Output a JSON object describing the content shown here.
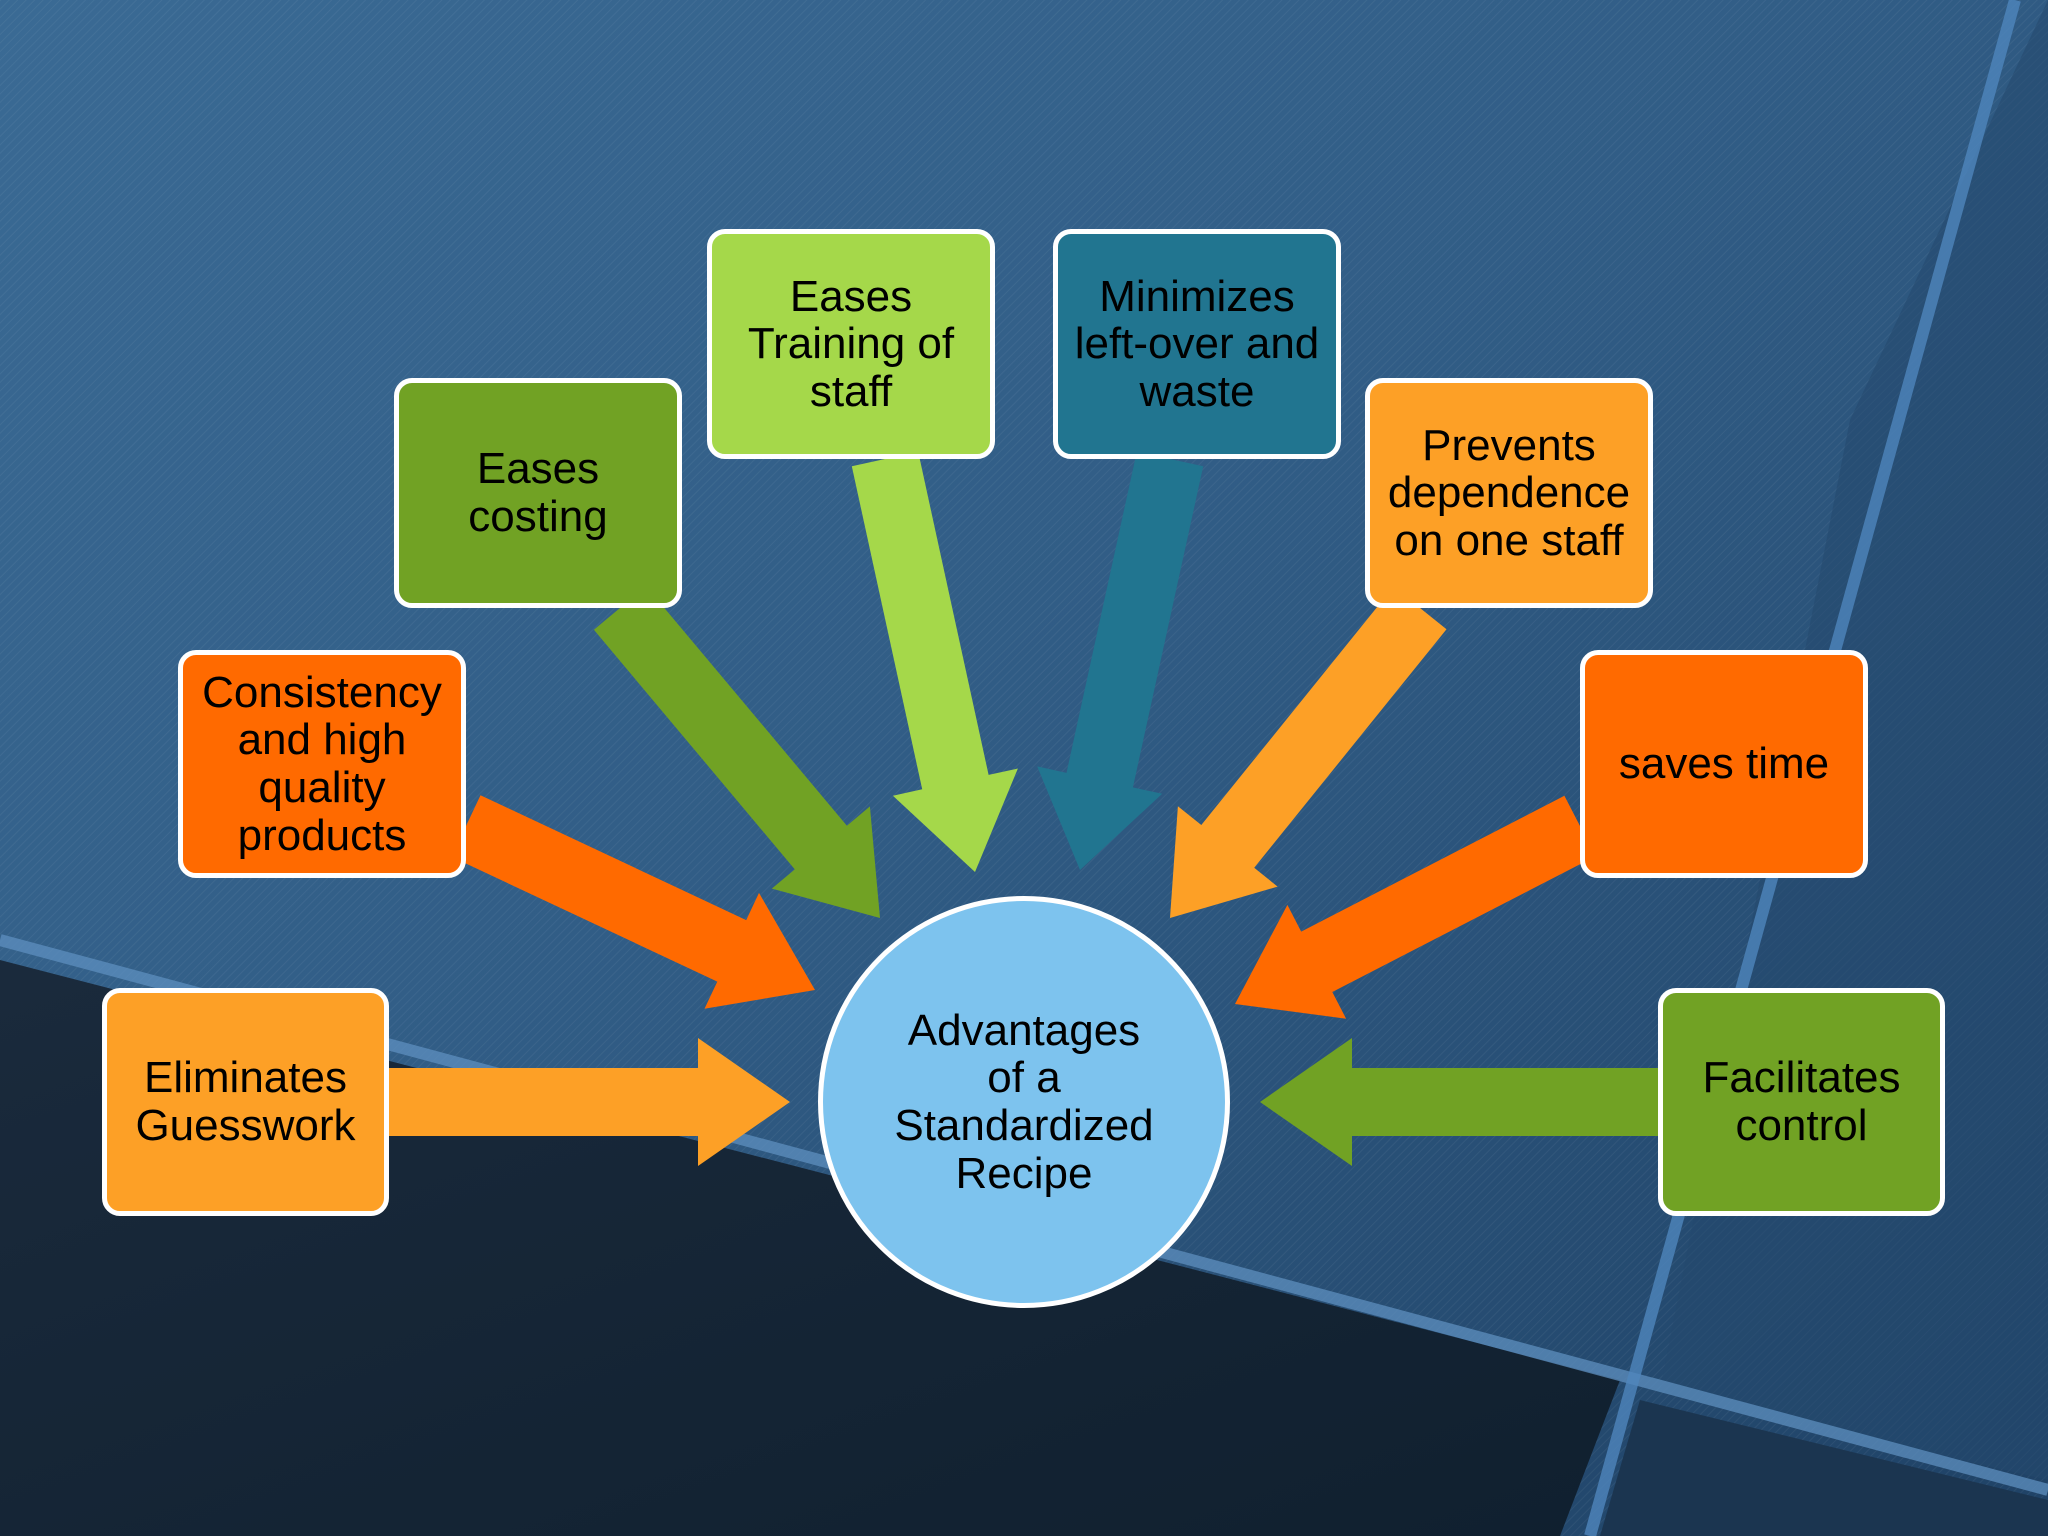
{
  "center": {
    "label": "Advantages\nof a\nStandardized\nRecipe",
    "color": "#7DC3EE"
  },
  "nodes": [
    {
      "id": "eliminates-guesswork",
      "label": "Eliminates\nGuesswork",
      "color": "#FDA026"
    },
    {
      "id": "consistency",
      "label": "Consistency\nand high\nquality\nproducts",
      "color": "#FF6A00"
    },
    {
      "id": "eases-costing",
      "label": "Eases\ncosting",
      "color": "#71A224"
    },
    {
      "id": "eases-training",
      "label": "Eases\nTraining of\nstaff",
      "color": "#A5D84A"
    },
    {
      "id": "minimizes-waste",
      "label": "Minimizes\nleft-over and\nwaste",
      "color": "#217590"
    },
    {
      "id": "prevents-dependence",
      "label": "Prevents\ndependence\non one staff",
      "color": "#FDA026"
    },
    {
      "id": "saves-time",
      "label": "saves time",
      "color": "#FF6A00"
    },
    {
      "id": "facilitates-control",
      "label": "Facilitates\ncontrol",
      "color": "#71A224"
    }
  ]
}
